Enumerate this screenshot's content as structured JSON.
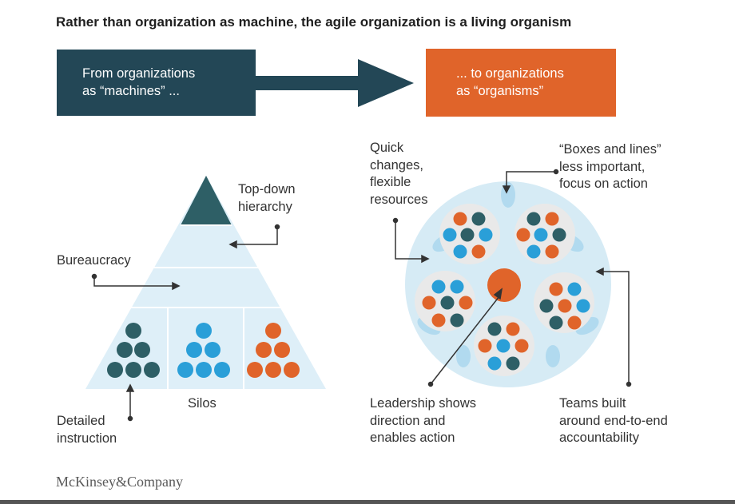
{
  "header": {
    "title": "Rather than organization as machine, the agile organization is a living organism"
  },
  "from_box": {
    "text": "From organizations\nas “machines” ..."
  },
  "to_box": {
    "text": "... to organizations\nas “organisms”"
  },
  "machine_labels": {
    "top_down": "Top-down\nhierarchy",
    "bureaucracy": "Bureaucracy",
    "silos": "Silos",
    "detailed": "Detailed\ninstruction"
  },
  "organism_labels": {
    "quick": "Quick\nchanges,\nflexible\nresources",
    "boxes": "“Boxes and lines”\nless important,\nfocus on action",
    "leadership": "Leadership shows\ndirection and\nenables action",
    "teams": "Teams built\naround end-to-end\naccountability"
  },
  "colors": {
    "dark_navy": "#234756",
    "orange": "#e0642a",
    "dark_teal": "#2e5f66",
    "blue": "#2a9fd8",
    "light_blue": "#d6ebf5",
    "pale_blue": "#e6f2f9"
  },
  "footer": {
    "logo": "McKinsey&Company"
  }
}
